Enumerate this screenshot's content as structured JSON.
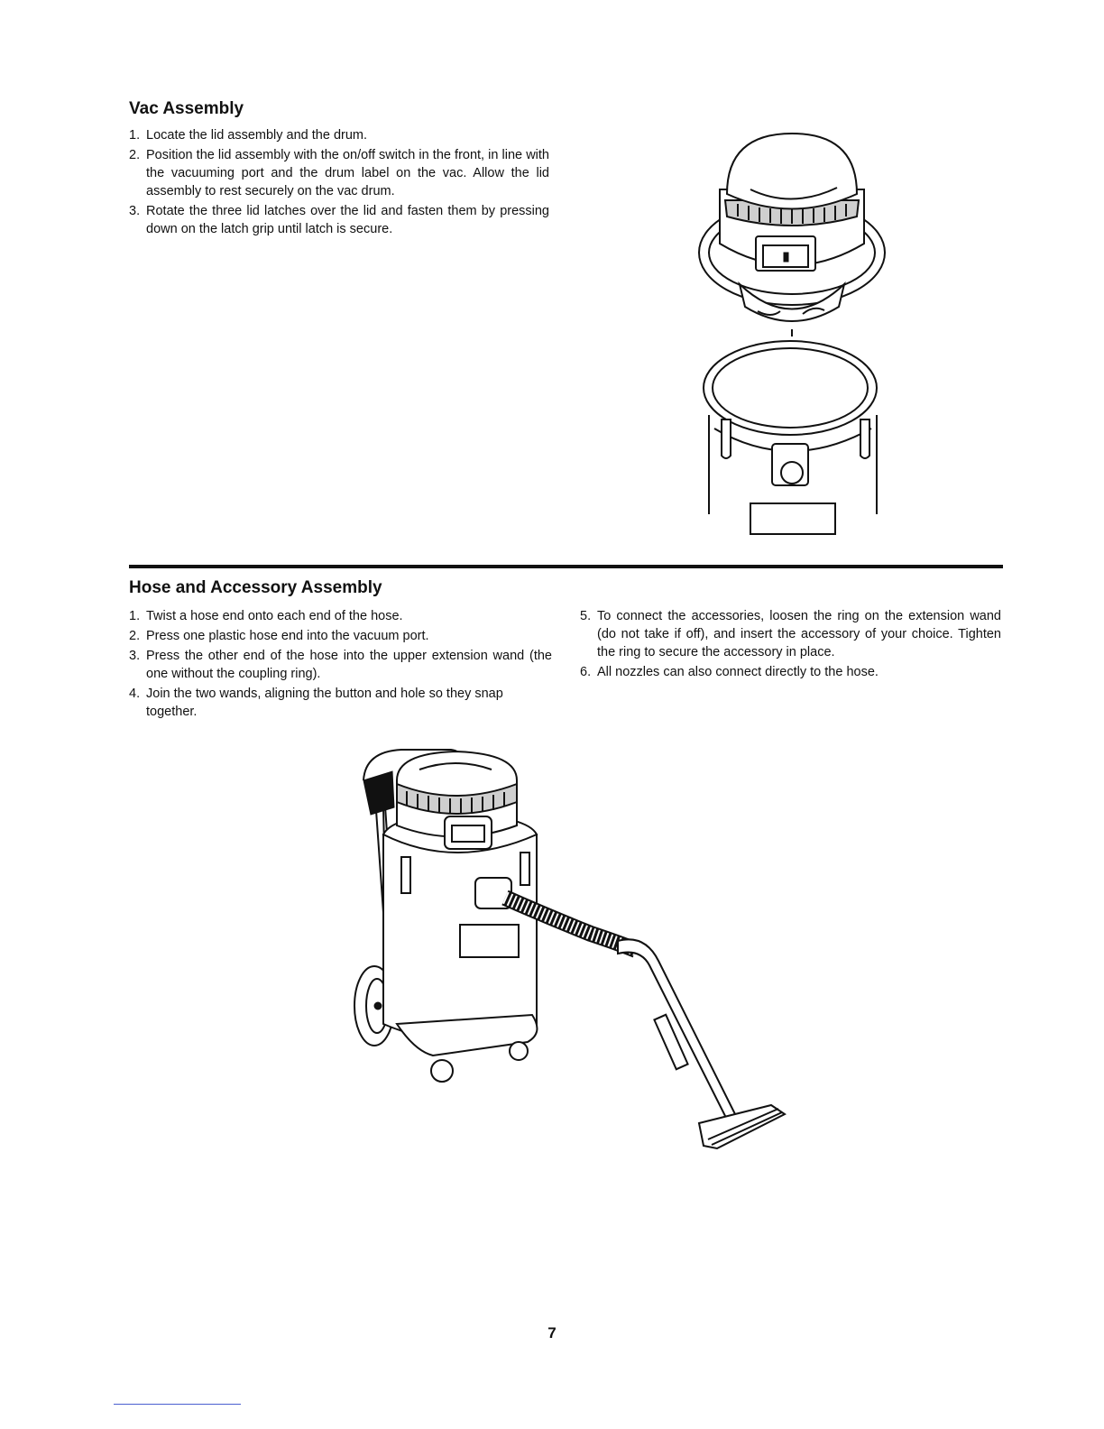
{
  "section1": {
    "title": "Vac Assembly",
    "steps": [
      {
        "n": "1.",
        "text": "Locate the lid assembly and the drum."
      },
      {
        "n": "2.",
        "text": "Position the lid assembly with the on/off switch in the front, in line with the vacuuming port and the drum label on the vac. Allow the lid assembly to rest securely on the vac drum."
      },
      {
        "n": "3.",
        "text": "Rotate the three lid latches over the lid and fasten them by pressing down on the latch grip until latch is secure."
      }
    ]
  },
  "section2": {
    "title": "Hose and Accessory Assembly",
    "steps_left": [
      {
        "n": "1.",
        "text": "Twist a hose end onto each end of the hose."
      },
      {
        "n": "2.",
        "text": "Press one plastic hose end into the vacuum port."
      },
      {
        "n": "3.",
        "text": "Press the other end of the hose into the upper extension wand (the one without the coupling ring)."
      },
      {
        "n": "4.",
        "text": "Join the two wands, aligning the button and hole so they snap together."
      }
    ],
    "steps_right": [
      {
        "n": "5.",
        "text": "To connect the accessories, loosen the ring on the extension wand (do not take if off), and insert the accessory of your choice. Tighten the ring to secure the accessory in place."
      },
      {
        "n": "6.",
        "text": "All nozzles can also connect directly to the hose."
      }
    ]
  },
  "figures": {
    "lid_drum": {
      "icon": "lid-and-drum-illustration"
    },
    "vacuum": {
      "icon": "assembled-vacuum-illustration"
    }
  },
  "page_number": "7"
}
